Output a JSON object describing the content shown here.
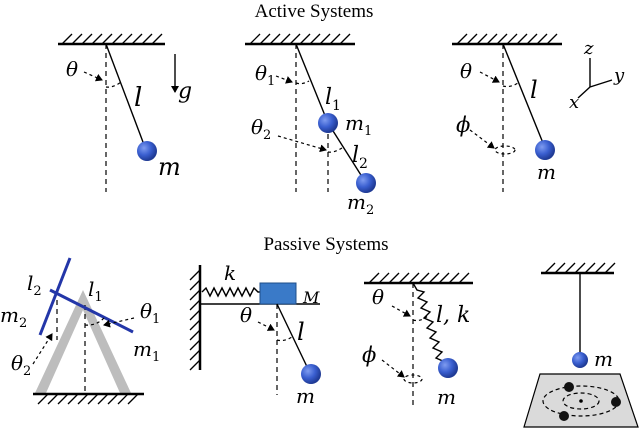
{
  "headings": {
    "active": "Active Systems",
    "passive": "Passive Systems"
  },
  "panel_simple": {
    "theta": "θ",
    "l": "l",
    "g": "g",
    "m": "m"
  },
  "panel_double": {
    "theta1": "θ",
    "theta1_sub": "1",
    "theta2": "θ",
    "theta2_sub": "2",
    "l1": "l",
    "l1_sub": "1",
    "l2": "l",
    "l2_sub": "2",
    "m1": "m",
    "m1_sub": "1",
    "m2": "m",
    "m2_sub": "2"
  },
  "panel_spherical": {
    "theta": "θ",
    "phi": "ϕ",
    "l": "l",
    "m": "m"
  },
  "axes": {
    "z": "z",
    "y": "y",
    "x": "x"
  },
  "panel_acrobot": {
    "l2": "l",
    "l2_sub": "2",
    "l1": "l",
    "l1_sub": "1",
    "m2": "m",
    "m2_sub": "2",
    "theta1": "θ",
    "theta1_sub": "1",
    "theta2": "θ",
    "theta2_sub": "2",
    "m1": "m",
    "m1_sub": "1"
  },
  "panel_cart": {
    "k": "k",
    "M": "M",
    "theta": "θ",
    "l": "l",
    "m": "m"
  },
  "panel_spring": {
    "theta": "θ",
    "lk": "l, k",
    "phi": "ϕ",
    "m": "m"
  },
  "panel_orbit": {
    "m": "m"
  },
  "colors": {
    "mass": "#3a5fd0",
    "cart": "#3a7ac8",
    "leg": "#bdbdbd",
    "plane": "#dadada",
    "acrobot": "#2336a8"
  }
}
